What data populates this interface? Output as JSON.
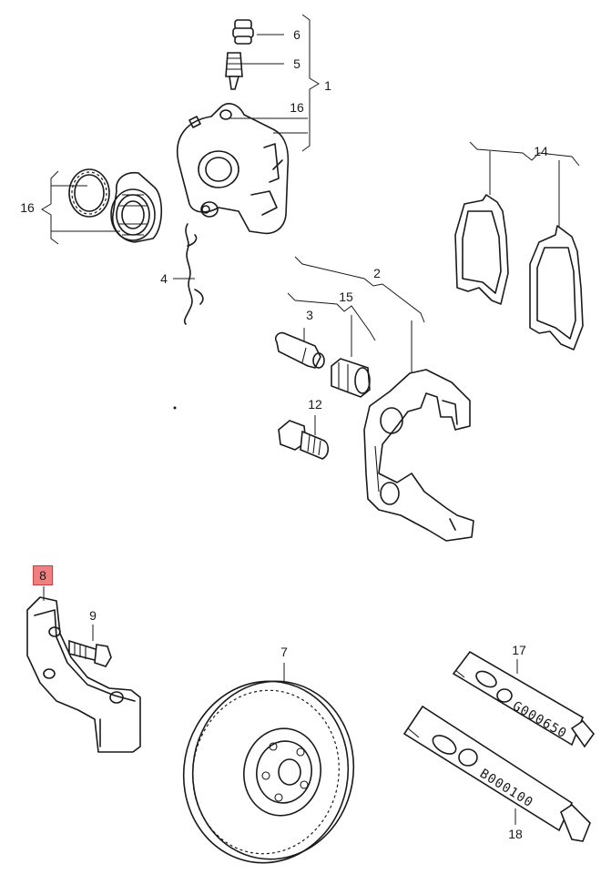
{
  "diagram": {
    "highlight_color": "#f08080",
    "line_color": "#1a1a1a",
    "labels": {
      "p1": "1",
      "p2": "2",
      "p3": "3",
      "p4": "4",
      "p5": "5",
      "p6": "6",
      "p7": "7",
      "p8": "8",
      "p9": "9",
      "p12": "12",
      "p14": "14",
      "p15": "15",
      "p16a": "16",
      "p16b": "16",
      "p17": "17",
      "p18": "18"
    },
    "tube_codes": {
      "p17": "G000650",
      "p18": "B000100"
    }
  }
}
